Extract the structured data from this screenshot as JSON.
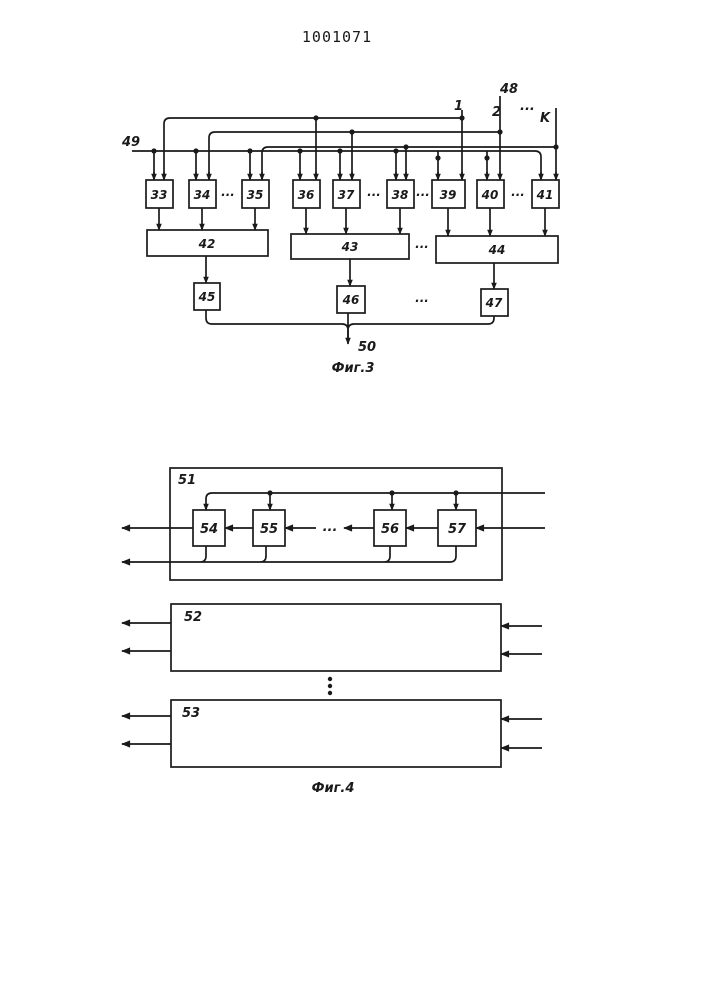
{
  "document": {
    "number": "1001071"
  },
  "fig3": {
    "caption": "Фиг.3",
    "terminals": {
      "t48": "48",
      "t49": "49",
      "t50": "50"
    },
    "bus_labels": [
      "1",
      "2",
      "K"
    ],
    "ellipsis": "...",
    "blocks": {
      "b33": "33",
      "b34": "34",
      "b35": "35",
      "b36": "36",
      "b37": "37",
      "b38": "38",
      "b39": "39",
      "b40": "40",
      "b41": "41",
      "b42": "42",
      "b43": "43",
      "b44": "44",
      "b45": "45",
      "b46": "46",
      "b47": "47"
    }
  },
  "fig4": {
    "caption": "Фиг.4",
    "ellipsis": "...",
    "blocks": {
      "b51": "51",
      "b52": "52",
      "b53": "53",
      "b54": "54",
      "b55": "55",
      "b56": "56",
      "b57": "57"
    }
  }
}
